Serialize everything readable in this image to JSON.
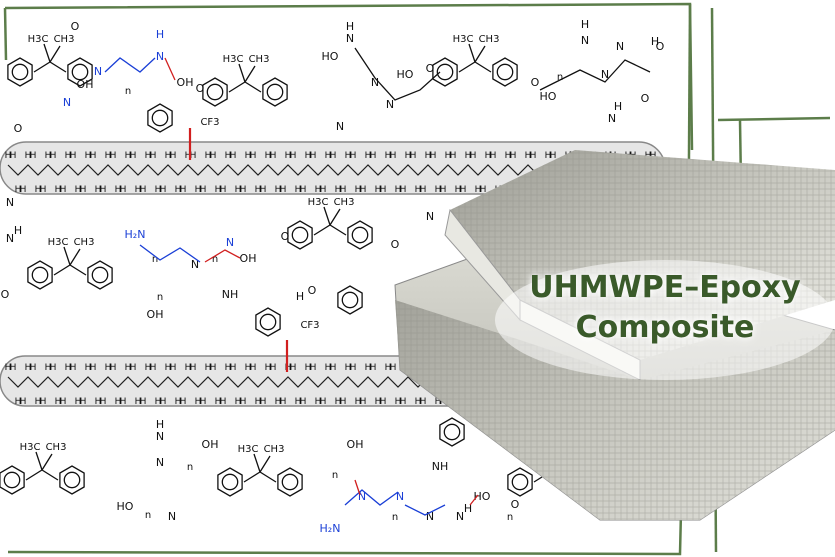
{
  "caption": {
    "line1": "UHMWPE–Epoxy",
    "line2": "Composite"
  },
  "labels": {
    "H": "H",
    "N": "N",
    "O": "O",
    "n": "n",
    "CF3": "CF",
    "CF3_sub": "3",
    "H3C": "H",
    "H3C_sub": "3",
    "H3C_c": "C",
    "CH3": "CH",
    "CH3_sub": "3",
    "OH": "OH",
    "HO": "HO",
    "NH": "NH",
    "H2N": "H₂N",
    "HN": "HN"
  },
  "colors": {
    "frame": "#5c7d4a",
    "blue": "#1a3fd6",
    "red": "#d11f1f",
    "black": "#111111",
    "bar": "#cfcfcf",
    "caption": "#3a5a2a"
  }
}
